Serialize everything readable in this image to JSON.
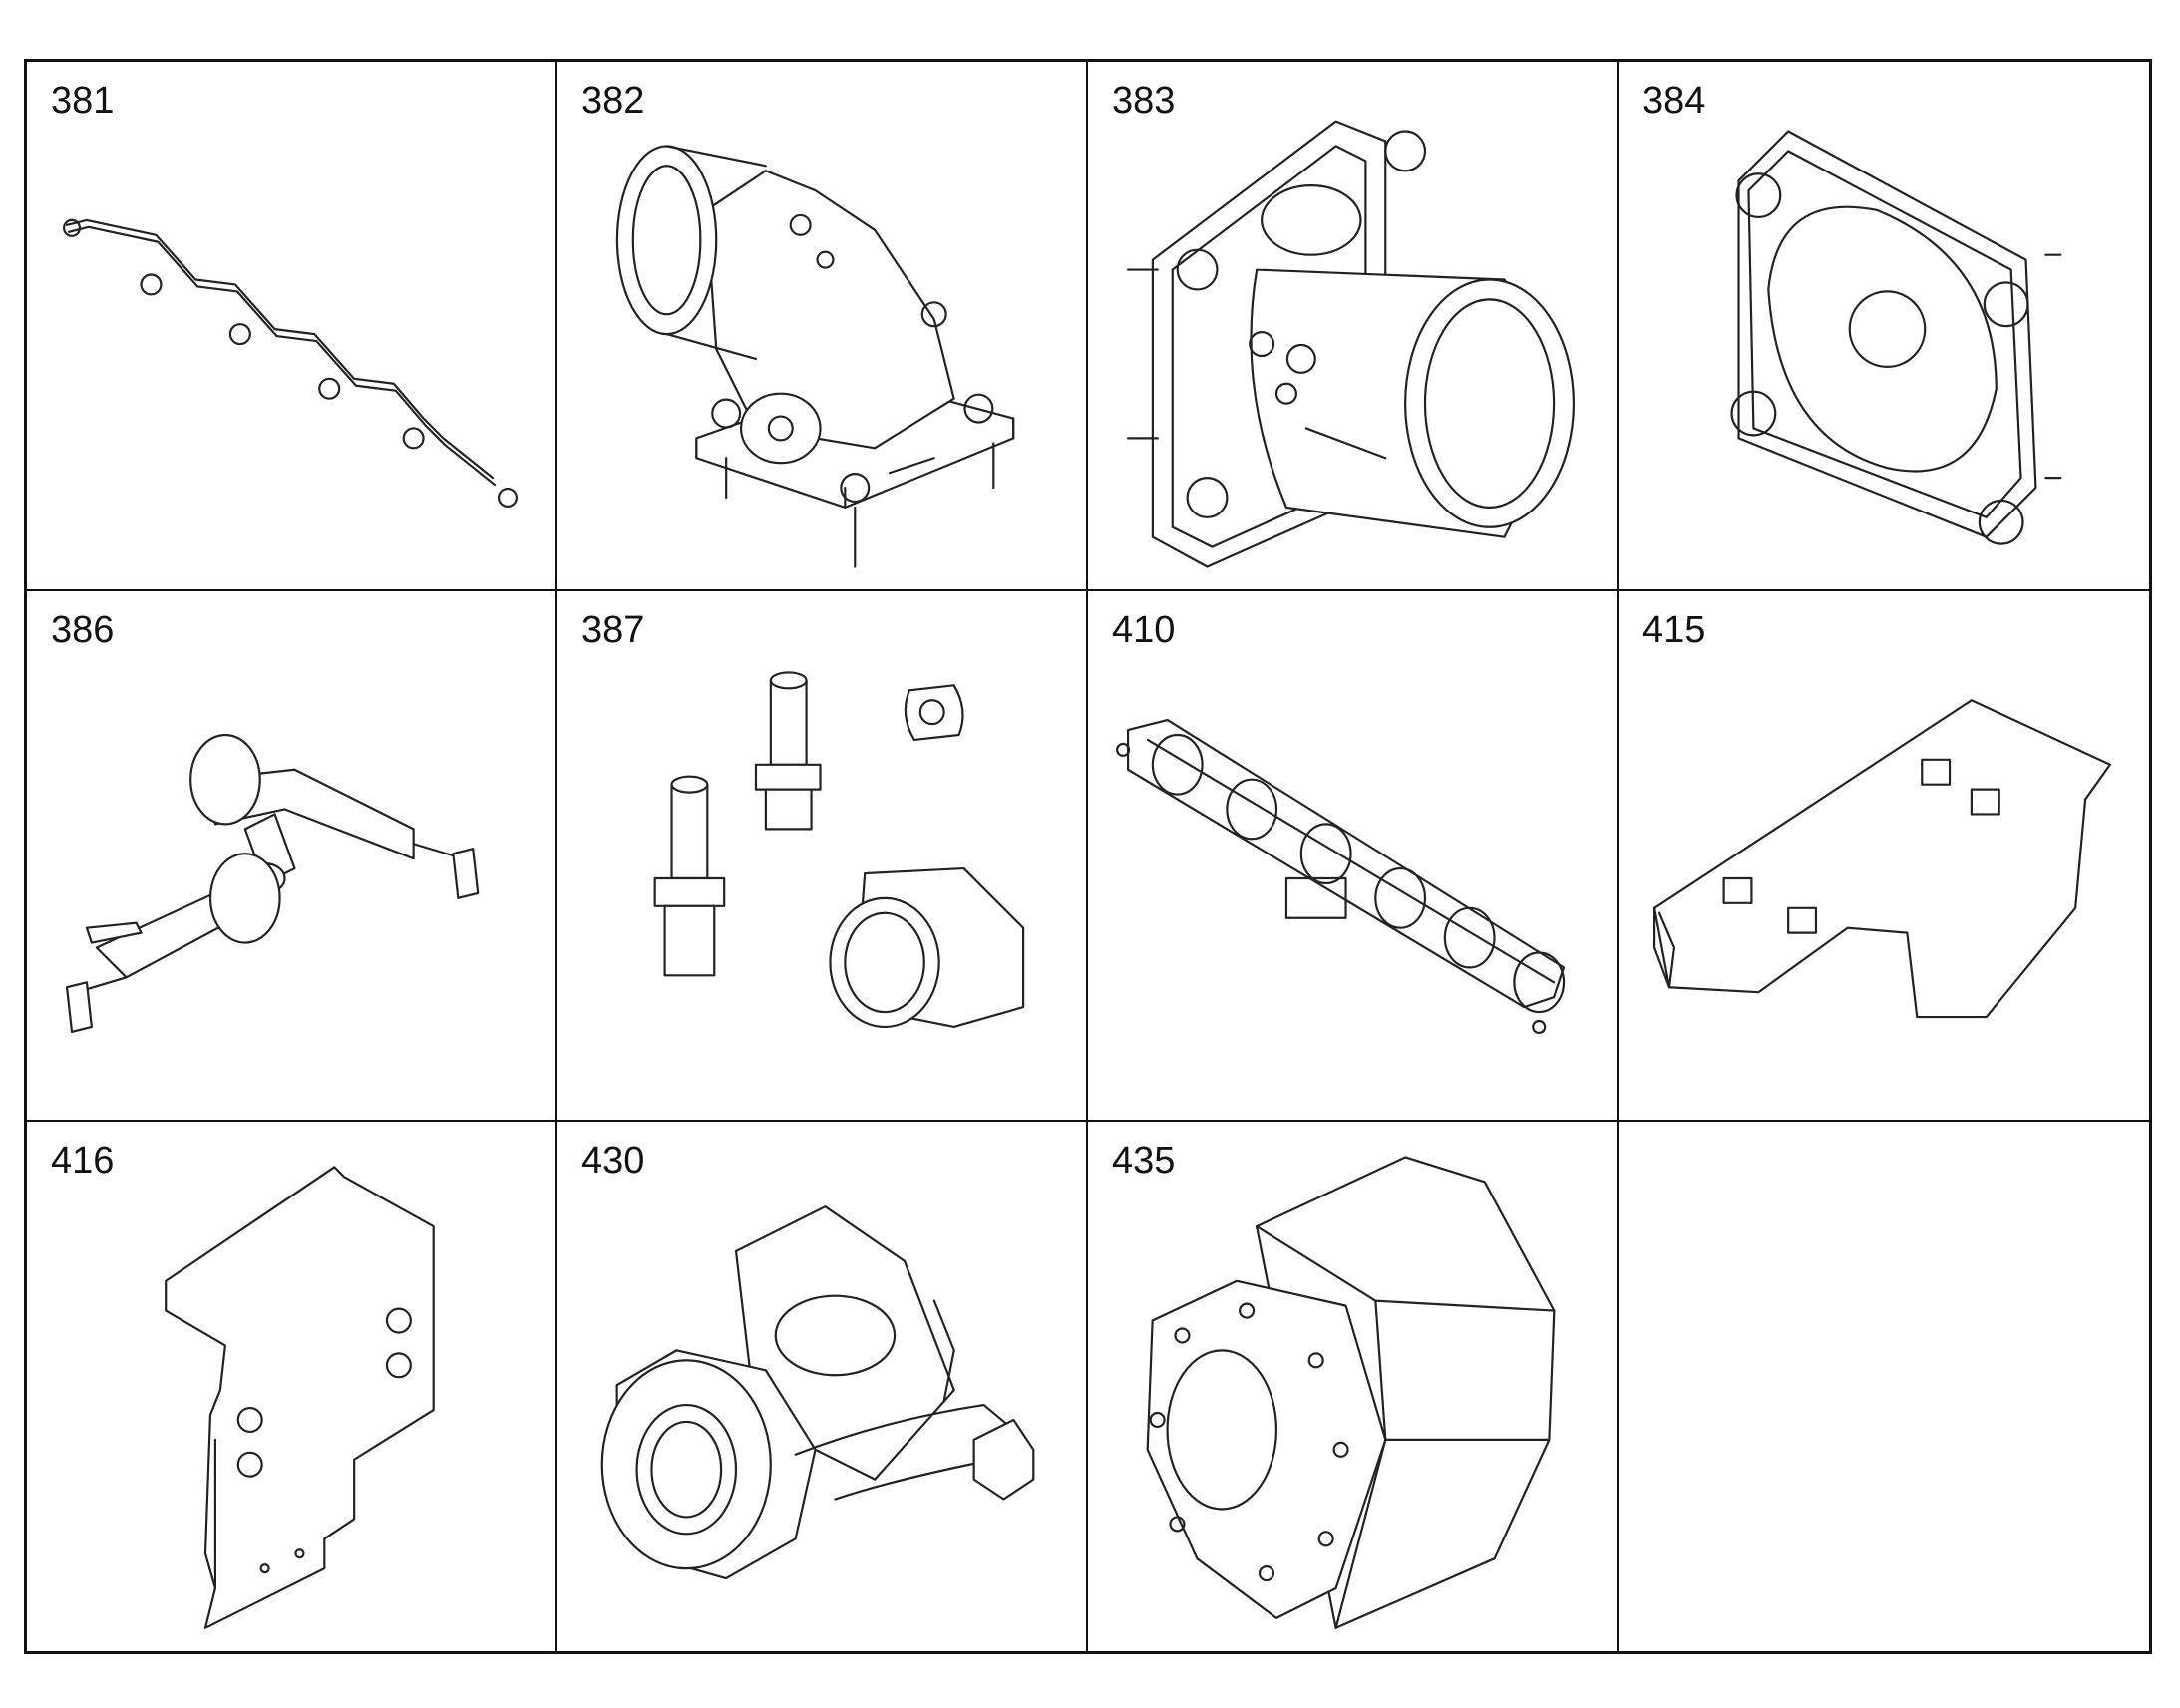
{
  "parts": [
    {
      "number": "381",
      "icon": "fuel-rail-icon"
    },
    {
      "number": "382",
      "icon": "intake-elbow-icon"
    },
    {
      "number": "383",
      "icon": "intake-housing-icon"
    },
    {
      "number": "384",
      "icon": "cover-plate-icon"
    },
    {
      "number": "386",
      "icon": "valve-fittings-icon"
    },
    {
      "number": "387",
      "icon": "connectors-icon"
    },
    {
      "number": "410",
      "icon": "exhaust-manifold-icon"
    },
    {
      "number": "415",
      "icon": "bracket-icon"
    },
    {
      "number": "416",
      "icon": "mounting-plate-icon"
    },
    {
      "number": "430",
      "icon": "turbocharger-icon"
    },
    {
      "number": "435",
      "icon": "heat-shield-icon"
    },
    {
      "number": "",
      "icon": ""
    }
  ]
}
